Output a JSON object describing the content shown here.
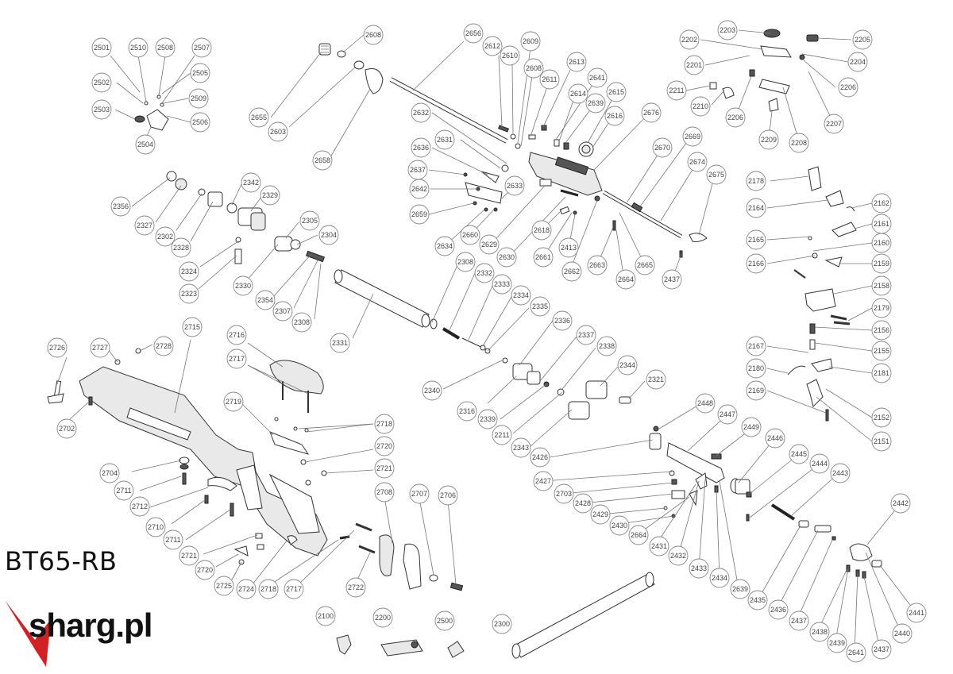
{
  "model": "BT65-RB",
  "brand": {
    "name": "sharg.pl",
    "accent_color": "#d42020"
  },
  "callouts": [
    "2501",
    "2510",
    "2508",
    "2507",
    "2502",
    "2505",
    "2509",
    "2503",
    "2506",
    "2504",
    "2655",
    "2608",
    "2603",
    "2658",
    "2656",
    "2612",
    "2610",
    "2609",
    "2608",
    "2613",
    "2641",
    "2611",
    "2614",
    "2615",
    "2639",
    "2616",
    "2676",
    "2632",
    "2631",
    "2636",
    "2637",
    "2642",
    "2633",
    "2659",
    "2660",
    "2634",
    "2629",
    "2630",
    "2618",
    "2661",
    "2413",
    "2662",
    "2663",
    "2664",
    "2665",
    "2670",
    "2669",
    "2674",
    "2675",
    "2437",
    "2203",
    "2205",
    "2202",
    "2204",
    "2201",
    "2206",
    "2211",
    "2210",
    "2206",
    "2207",
    "2209",
    "2208",
    "2178",
    "2164",
    "2162",
    "2161",
    "2165",
    "2160",
    "2166",
    "2159",
    "2158",
    "2179",
    "2156",
    "2155",
    "2167",
    "2180",
    "2181",
    "2169",
    "2152",
    "2151",
    "2356",
    "2327",
    "2302",
    "2328",
    "2342",
    "2329",
    "2324",
    "2323",
    "2330",
    "2305",
    "2304",
    "2354",
    "2307",
    "2308",
    "2331",
    "2308",
    "2332",
    "2333",
    "2334",
    "2335",
    "2340",
    "2336",
    "2316",
    "2337",
    "2338",
    "2339",
    "2211",
    "2344",
    "2321",
    "2343",
    "2726",
    "2727",
    "2728",
    "2715",
    "2716",
    "2717",
    "2702",
    "2719",
    "2718",
    "2720",
    "2721",
    "2704",
    "2711",
    "2712",
    "2710",
    "2711",
    "2721",
    "2720",
    "2725",
    "2724",
    "2718",
    "2717",
    "2722",
    "2708",
    "2707",
    "2706",
    "2448",
    "2447",
    "2449",
    "2446",
    "2426",
    "2427",
    "2703",
    "2428",
    "2429",
    "2430",
    "2664",
    "2431",
    "2432",
    "2433",
    "2434",
    "2639",
    "2445",
    "2444",
    "2443",
    "2442",
    "2435",
    "2436",
    "2437",
    "2438",
    "2439",
    "2641",
    "2437",
    "2440",
    "2441",
    "2100",
    "2200",
    "2500",
    "2300"
  ]
}
